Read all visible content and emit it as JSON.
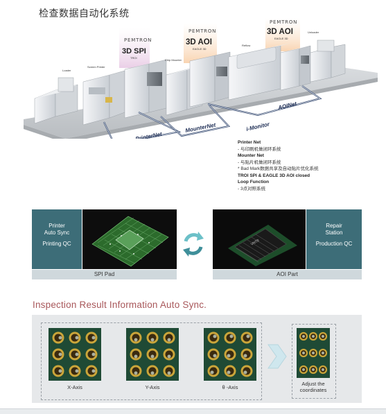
{
  "title": "检查数据自动化系统",
  "machines": {
    "spi": {
      "brand": "PEMTRON",
      "product": "3D SPI",
      "model": "TROI"
    },
    "aoi1": {
      "brand": "PEMTRON",
      "product": "3D AOI",
      "model": "EAGLE 3D"
    },
    "aoi2": {
      "brand": "PEMTRON",
      "product": "3D AOI",
      "model": "EAGLE 3D"
    },
    "labels": {
      "loader": "Loader",
      "screen_printer": "Screen Printer",
      "chip_mounter": "Chip Mounter",
      "reflow": "Reflow",
      "unloader": "Unloader"
    }
  },
  "networks": {
    "printer_net": "PrinterNet",
    "mounter_net": "MounterNet",
    "i_monitor": "i-Monitor",
    "aoi_net": "AOINet"
  },
  "legend": {
    "printer_net_title": "Printer Net",
    "printer_net_desc": "- 与印刷机做闭环系统",
    "mounter_net_title": "Mounter Net",
    "mounter_net_desc": "- 与贴片机做闭环系统",
    "bad_mark": "* Bad Mark数据共享及自动贴片优化系统",
    "troi_line1": "TROI SPI & EAGLE 3D AOI closed",
    "troi_line2": "Loop Function",
    "troi_desc": "- 3点对照系统"
  },
  "spi_box": {
    "line1": "Printer",
    "line2": "Auto Sync",
    "line3": "Printing QC",
    "caption": "SPI Pad"
  },
  "aoi_box": {
    "line1": "Repair",
    "line2": "Station",
    "line3": "Production QC",
    "caption": "AOI Part"
  },
  "section_title": "Inspection Result Information Auto Sync.",
  "axis_panels": [
    {
      "label": "X-Axis"
    },
    {
      "label": "Y-Axis"
    },
    {
      "label": "θ -Axis"
    }
  ],
  "adjust": {
    "line1": "Adjust the",
    "line2": "coordinates"
  },
  "colors": {
    "teal": "#3d6d78",
    "net_blue": "#1e2e55",
    "section_title": "#a8575a",
    "caption_bar": "#cfd8dc",
    "pcb_green": "#2c6b2c"
  }
}
